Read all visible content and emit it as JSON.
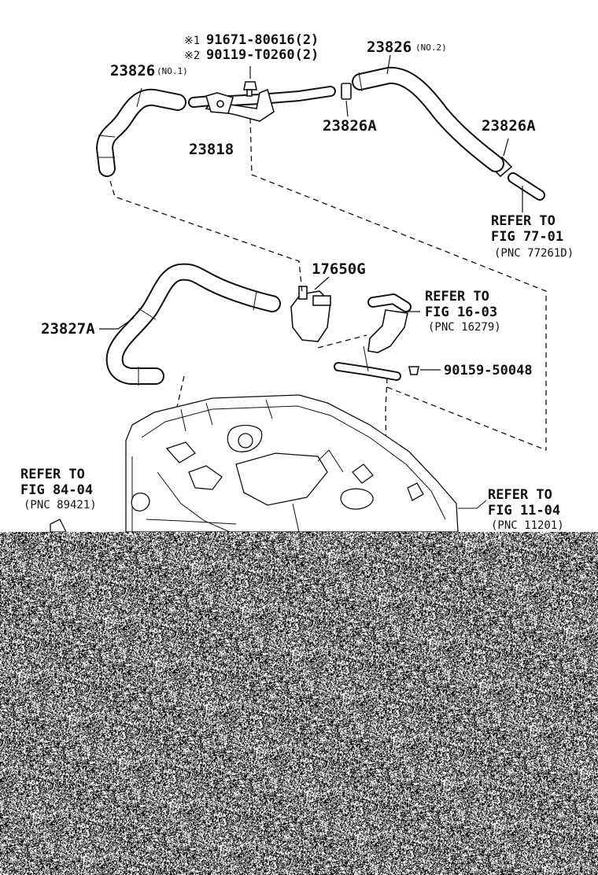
{
  "labels": {
    "p23826_no1": "23826",
    "p23826_no1_suffix": "(NO.1)",
    "p23826_no2": "23826",
    "p23826_no2_suffix": "(NO.2)",
    "bolt_line1_mark": "※1",
    "bolt_line1": "91671-80616(2)",
    "bolt_line2_mark": "※2",
    "bolt_line2": "90119-T0260(2)",
    "p23818": "23818",
    "p23826A_left": "23826A",
    "p23826A_right": "23826A",
    "p17650G": "17650G",
    "p23827A": "23827A",
    "p90159": "90159-50048"
  },
  "refs": {
    "fig77": {
      "line1": "REFER TO",
      "line2": "FIG 77-01",
      "line3": "(PNC 77261D)"
    },
    "fig16": {
      "line1": "REFER TO",
      "line2": "FIG 16-03",
      "line3": "(PNC 16279)"
    },
    "fig84": {
      "line1": "REFER TO",
      "line2": "FIG 84-04",
      "line3": "(PNC 89421)"
    },
    "fig11": {
      "line1": "REFER TO",
      "line2": "FIG 11-04",
      "line3": "(PNC 11201)"
    }
  }
}
